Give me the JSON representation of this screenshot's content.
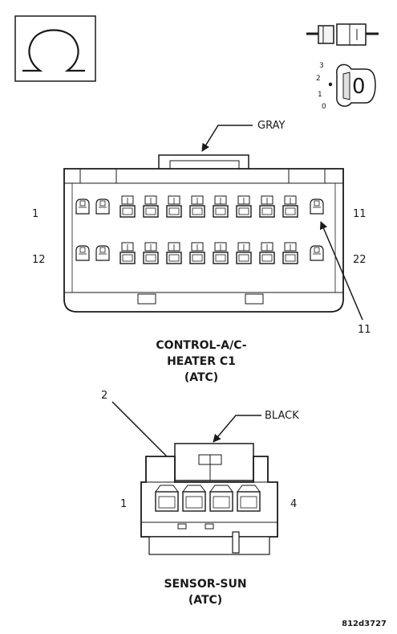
{
  "symbols": {
    "resistance_icon": "ohm-symbol-icon",
    "connector_icon": "connector-plug-icon",
    "ignition_icon": "ignition-key-icon",
    "ignition_positions": [
      "3",
      "2",
      "1",
      "0"
    ],
    "key_glyph": "0"
  },
  "connector_c1": {
    "color_label": "GRAY",
    "pin_left_top": "1",
    "pin_left_bottom": "12",
    "pin_right_top": "11",
    "pin_right_bottom": "22",
    "callout": "11",
    "title_lines": [
      "CONTROL-A/C-",
      "HEATER C1",
      "(ATC)"
    ]
  },
  "connector_sun": {
    "callout": "2",
    "color_label": "BLACK",
    "pin_left": "1",
    "pin_right": "4",
    "title_lines": [
      "SENSOR-SUN",
      "(ATC)"
    ]
  },
  "figure_id": "812d3727"
}
